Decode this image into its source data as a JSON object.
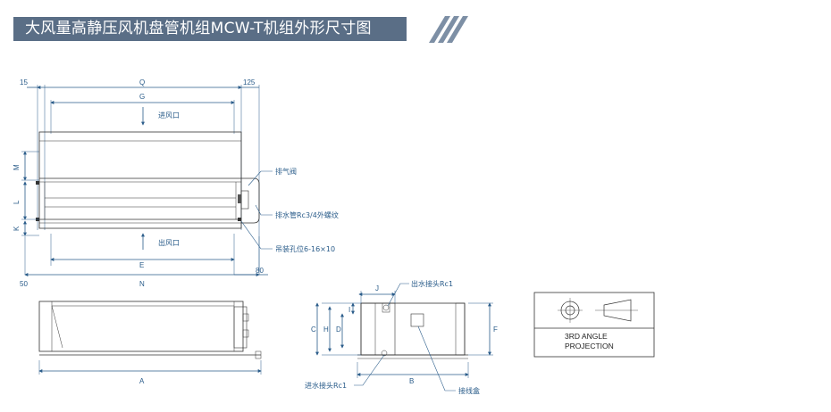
{
  "title": "大风量高静压风机盘管机组MCW-T机组外形尺寸图",
  "colors": {
    "title_bg": "#5a6e86",
    "dim_line": "#2a5c8a",
    "outline": "#333333"
  },
  "top_view": {
    "dims": {
      "d15": "15",
      "Q": "Q",
      "d125": "125",
      "G": "G",
      "M": "M",
      "L": "L",
      "K": "K",
      "E": "E",
      "N": "N",
      "d50": "50",
      "d80": "80"
    },
    "labels": {
      "air_inlet": "进风口",
      "air_outlet": "出风口",
      "vent_valve": "排气阀",
      "drain_pipe": "排水管Rc3/4外螺纹",
      "hanging_holes": "吊装孔位6-16×10"
    }
  },
  "front_view": {
    "dims": {
      "A": "A"
    }
  },
  "side_view": {
    "dims": {
      "J": "J",
      "C": "C",
      "H": "H",
      "D": "D",
      "I": "I",
      "B": "B",
      "F": "F"
    },
    "labels": {
      "water_outlet": "出水接头Rc1",
      "water_inlet": "进水接头Rc1",
      "junction_box": "接线盒"
    }
  },
  "projection": {
    "line1": "3RD ANGLE",
    "line2": "PROJECTION"
  }
}
